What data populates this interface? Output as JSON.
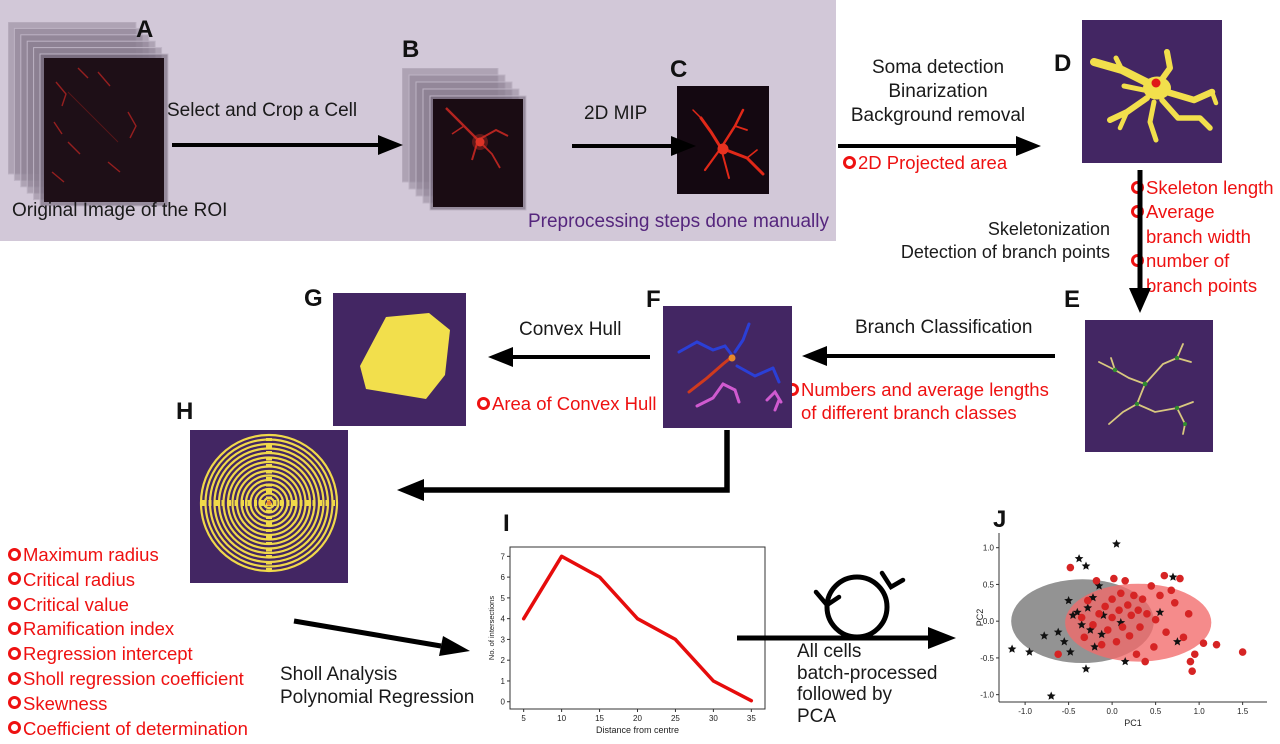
{
  "colors": {
    "accent_red": "#ee1111",
    "panel_purple": "#432663",
    "panel_yellow": "#f2df4c",
    "lavender_bg": "#d2c8d8",
    "purple_text": "#55267d",
    "chart_line_red": "#e60c0c",
    "scatter_red": "#d62424",
    "ellipse_gray": "#757575",
    "ellipse_pink": "#f26a6a",
    "ink": "#1a1a1a"
  },
  "icons": {
    "loop_icon": "circular-loop-arrow"
  },
  "panels": {
    "a": "A",
    "b": "B",
    "c": "C",
    "d": "D",
    "e": "E",
    "f": "F",
    "g": "G",
    "h": "H",
    "i": "I",
    "j": "J"
  },
  "preprocessing": {
    "original_caption": "Original Image of the ROI",
    "select_crop": "Select and Crop a Cell",
    "mip": "2D MIP",
    "caption": "Preprocessing steps done manually"
  },
  "soma_step": {
    "line1": "Soma detection",
    "line2": "Binarization",
    "line3": "Background removal",
    "output": "2D Projected area"
  },
  "skeleton_step": {
    "line1": "Skeletonization",
    "line2": "Detection of branch points"
  },
  "skeleton_outputs": {
    "l1": "Skeleton length",
    "l2": "Average",
    "l3": "branch width",
    "l4": "number of",
    "l5": "branch points"
  },
  "branch_step": {
    "label": "Branch Classification",
    "output_line1": "Numbers and average lengths",
    "output_line2": "of different branch classes"
  },
  "convex_step": {
    "label": "Convex Hull",
    "output": "Area of Convex Hull"
  },
  "sholl_metrics": [
    "Maximum radius",
    "Critical radius",
    "Critical value",
    "Ramification index",
    "Regression intercept",
    "Sholl regression coefficient",
    "Skewness",
    "Coefficient of determination"
  ],
  "sholl_step": {
    "line1": "Sholl Analysis",
    "line2": "Polynomial Regression"
  },
  "batch_step": {
    "line1": "All cells",
    "line2": "batch-processed",
    "line3": "followed by",
    "line4": "PCA"
  },
  "chart_data": [
    {
      "id": "sholl-plot",
      "type": "line",
      "title": "",
      "xlabel": "Distance from centre",
      "ylabel": "No. of intersections",
      "x": [
        5,
        10,
        15,
        20,
        25,
        30,
        35
      ],
      "y": [
        4,
        7,
        6,
        4,
        3,
        1,
        0.05
      ],
      "xticks": [
        5,
        10,
        15,
        20,
        25,
        30,
        35
      ],
      "yticks": [
        0,
        1,
        2,
        3,
        4,
        5,
        6,
        7
      ],
      "xlim": [
        3.2,
        36.8
      ],
      "ylim": [
        -0.35,
        7.45
      ],
      "grid": false,
      "line_color": "#e60c0c"
    },
    {
      "id": "pca-plot",
      "type": "scatter",
      "title": "",
      "xlabel": "PC1",
      "ylabel": "PC2",
      "xticks": [
        -1.0,
        -0.5,
        0.0,
        0.5,
        1.0,
        1.5
      ],
      "yticks": [
        -1.0,
        -0.5,
        0.0,
        0.5,
        1.0
      ],
      "xlim": [
        -1.3,
        1.78
      ],
      "ylim": [
        -1.1,
        1.2
      ],
      "grid": false,
      "ellipses": [
        {
          "cx": -0.34,
          "cy": 0.0,
          "rx": 0.82,
          "ry": 0.57,
          "color": "#757575",
          "opacity": 0.78
        },
        {
          "cx": 0.3,
          "cy": -0.02,
          "rx": 0.84,
          "ry": 0.53,
          "color": "#f26a6a",
          "opacity": 0.78
        }
      ],
      "series": [
        {
          "name": "group-black",
          "marker": "star",
          "color": "#111111",
          "points": [
            [
              -1.15,
              -0.38
            ],
            [
              -0.95,
              -0.42
            ],
            [
              -0.7,
              -1.02
            ],
            [
              -0.78,
              -0.2
            ],
            [
              -0.62,
              -0.15
            ],
            [
              -0.55,
              -0.28
            ],
            [
              -0.5,
              0.28
            ],
            [
              -0.48,
              -0.42
            ],
            [
              -0.45,
              0.08
            ],
            [
              -0.4,
              0.12
            ],
            [
              -0.38,
              0.85
            ],
            [
              -0.35,
              -0.05
            ],
            [
              -0.3,
              0.75
            ],
            [
              -0.3,
              -0.65
            ],
            [
              -0.28,
              0.18
            ],
            [
              -0.25,
              -0.12
            ],
            [
              -0.22,
              0.32
            ],
            [
              -0.2,
              -0.35
            ],
            [
              -0.15,
              0.48
            ],
            [
              -0.12,
              -0.18
            ],
            [
              -0.1,
              0.08
            ],
            [
              0.05,
              1.05
            ],
            [
              0.1,
              -0.02
            ],
            [
              0.15,
              -0.55
            ],
            [
              0.55,
              0.12
            ],
            [
              0.7,
              0.6
            ],
            [
              0.75,
              -0.28
            ]
          ]
        },
        {
          "name": "group-red",
          "marker": "circle",
          "color": "#d62424",
          "points": [
            [
              -0.48,
              0.73
            ],
            [
              -0.62,
              -0.45
            ],
            [
              -0.35,
              0.05
            ],
            [
              -0.32,
              -0.22
            ],
            [
              -0.28,
              0.28
            ],
            [
              -0.22,
              -0.05
            ],
            [
              -0.18,
              0.55
            ],
            [
              -0.15,
              0.1
            ],
            [
              -0.12,
              -0.32
            ],
            [
              -0.08,
              0.2
            ],
            [
              -0.05,
              -0.12
            ],
            [
              0.0,
              0.3
            ],
            [
              0.0,
              0.05
            ],
            [
              0.02,
              0.58
            ],
            [
              0.05,
              -0.28
            ],
            [
              0.08,
              0.15
            ],
            [
              0.1,
              0.38
            ],
            [
              0.12,
              -0.08
            ],
            [
              0.15,
              0.55
            ],
            [
              0.18,
              0.22
            ],
            [
              0.2,
              -0.2
            ],
            [
              0.22,
              0.08
            ],
            [
              0.25,
              0.35
            ],
            [
              0.28,
              -0.45
            ],
            [
              0.3,
              0.15
            ],
            [
              0.32,
              -0.08
            ],
            [
              0.35,
              0.3
            ],
            [
              0.38,
              -0.55
            ],
            [
              0.4,
              0.1
            ],
            [
              0.45,
              0.48
            ],
            [
              0.48,
              -0.35
            ],
            [
              0.5,
              0.02
            ],
            [
              0.55,
              0.35
            ],
            [
              0.6,
              0.62
            ],
            [
              0.62,
              -0.15
            ],
            [
              0.68,
              0.42
            ],
            [
              0.72,
              0.25
            ],
            [
              0.78,
              0.58
            ],
            [
              0.82,
              -0.22
            ],
            [
              0.88,
              0.1
            ],
            [
              0.9,
              -0.55
            ],
            [
              0.92,
              -0.68
            ],
            [
              0.95,
              -0.45
            ],
            [
              1.05,
              -0.3
            ],
            [
              1.2,
              -0.32
            ],
            [
              1.5,
              -0.42
            ]
          ]
        }
      ]
    }
  ]
}
